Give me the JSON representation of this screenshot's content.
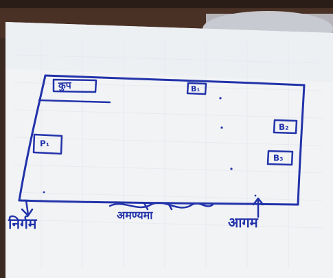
{
  "scene": {
    "ink_color": "#2233aa",
    "paper_color": "#f2f3f5",
    "background_color": "#3b2a22"
  },
  "labels": {
    "top_left": "कुप",
    "b1": "B₁",
    "b2": "B₂",
    "b3": "B₃",
    "p1": "P₁",
    "exit": "निर्गम",
    "middle": "अमण्यमा",
    "entry": "आगम"
  }
}
